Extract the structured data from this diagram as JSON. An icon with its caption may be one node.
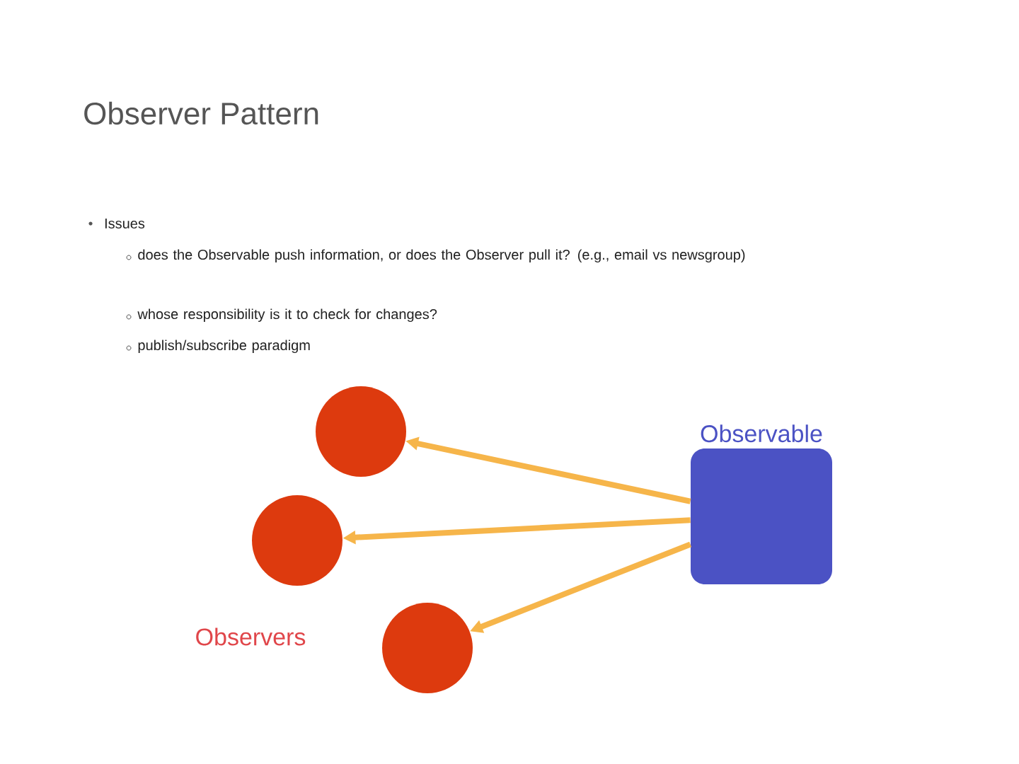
{
  "diagram": {
    "title": "Observer Pattern",
    "nodes": [
      {
        "text": [
          "Observable"
        ]
      },
      {
        "text": [],
        "shape": "circle"
      },
      {
        "text": [],
        "shape": "circle"
      },
      {
        "text": [],
        "shape": "circle"
      }
    ],
    "edges": [
      {
        "from": 0,
        "to": 1,
        "arrow": "to"
      },
      {
        "from": 0,
        "to": 2,
        "arrow": "to"
      },
      {
        "from": 0,
        "to": 3,
        "arrow": "to"
      }
    ],
    "labels": [
      "Issues",
      "does the Observable push information, or does the Observer pull it? (e.g., email vs newsgroup)",
      "whose responsibility is it to check for changes?",
      "publish/subscribe paradigm",
      "Observers"
    ]
  }
}
